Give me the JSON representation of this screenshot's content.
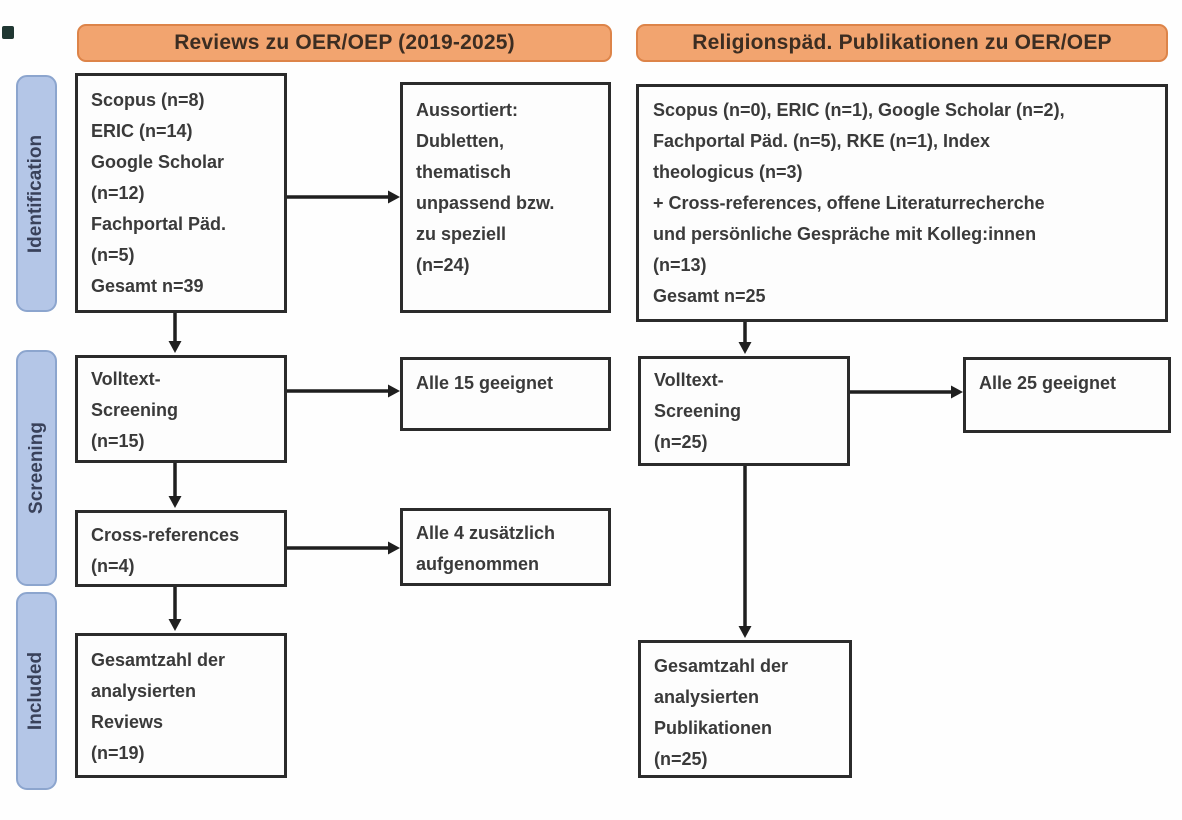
{
  "colors": {
    "header_fill": "#F2A46F",
    "header_border": "#DD8449",
    "header_text": "#3C2D22",
    "stage_fill": "#B4C6E7",
    "stage_border": "#8CA5CE",
    "stage_text": "#39415A",
    "box_border": "#2B2B2B",
    "text": "#3A3A3A",
    "arrow": "#1F1F1F",
    "artifact": "#203732"
  },
  "headers": {
    "left": "Reviews zu OER/OEP (2019-2025)",
    "right": "Religionspäd. Publikationen zu OER/OEP"
  },
  "stages": [
    {
      "label": "Identification"
    },
    {
      "label": "Screening"
    },
    {
      "label": "Included"
    }
  ],
  "boxes": {
    "left_identification": "Scopus (n=8)\nERIC (n=14)\nGoogle Scholar\n(n=12)\nFachportal Päd.\n(n=5)\nGesamt n=39",
    "left_excluded": "Aussortiert:\nDubletten,\nthematisch\nunpassend bzw.\nzu speziell\n(n=24)",
    "left_fulltext": "Volltext-\nScreening\n(n=15)",
    "left_eligible": "Alle 15 geeignet",
    "left_crossref": "Cross-references\n(n=4)",
    "left_added": "Alle 4 zusätzlich\naufgenommen",
    "left_included": "Gesamtzahl der\nanalysierten\nReviews\n(n=19)",
    "right_identification": "Scopus (n=0), ERIC (n=1), Google Scholar (n=2),\nFachportal Päd. (n=5), RKE (n=1), Index\ntheologicus (n=3)\n+ Cross-references, offene Literaturrecherche\nund persönliche Gespräche mit Kolleg:innen\n(n=13)\nGesamt n=25",
    "right_fulltext": "Volltext-\nScreening\n(n=25)",
    "right_eligible": "Alle 25 geeignet",
    "right_included": "Gesamtzahl der\nanalysierten\nPublikationen\n(n=25)"
  }
}
